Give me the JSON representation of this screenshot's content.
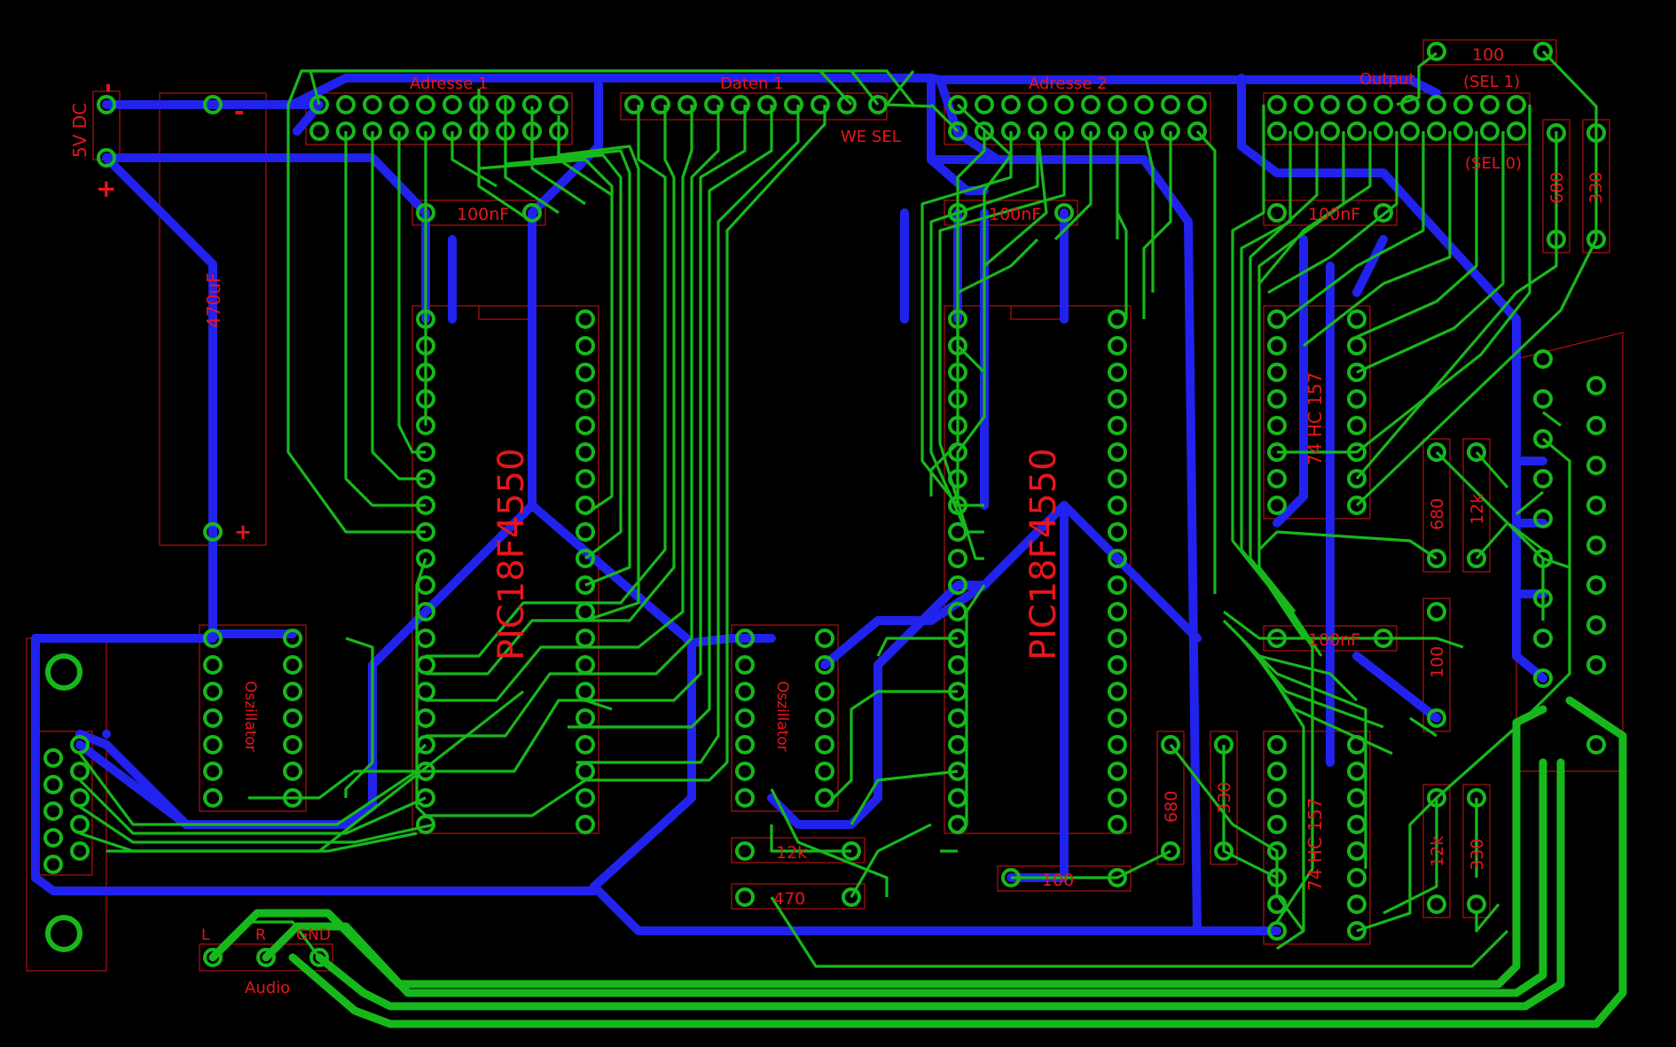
{
  "colors": {
    "background": "#000000",
    "bottom_trace": "#2222ee",
    "top_trace": "#17b81b",
    "pad": "#17b81b",
    "silkscreen": "#e8151b",
    "outline": "#b01010"
  },
  "labels": {
    "power": "5V DC",
    "power_minus": "-",
    "power_plus": "+",
    "cap_plus": "+",
    "cap_minus": "-",
    "cap_470uf": "470uF",
    "header_adresse1": "Adresse 1",
    "header_daten1": "Daten 1",
    "header_adresse2": "Adresse 2",
    "header_output": "Output",
    "we_sel": "WE  SEL",
    "sel1": "(SEL 1)",
    "sel0": "(SEL 0)",
    "cap1": "100nF",
    "cap2": "100nF",
    "cap3": "100nF",
    "cap4": "100nF",
    "mcu1": "PIC18F4550",
    "mcu2": "PIC18F4550",
    "osc1": "Oszillator",
    "osc2": "Oszillator",
    "mux1": "74 HC 157",
    "mux2": "74 HC 157",
    "r_top_100": "100",
    "r_680_a": "680",
    "r_330_a": "330",
    "r_680_b": "680",
    "r_12k_a": "12k",
    "r_100_v": "100",
    "r_12k_b": "12k",
    "r_330_b": "330",
    "r_680_c": "680",
    "r_330_c": "330",
    "r_12k_h": "12k",
    "r_470_h": "470",
    "r_100_h": "100",
    "audio": "Audio",
    "audio_l": "L",
    "audio_r": "R",
    "audio_gnd": "GND"
  }
}
